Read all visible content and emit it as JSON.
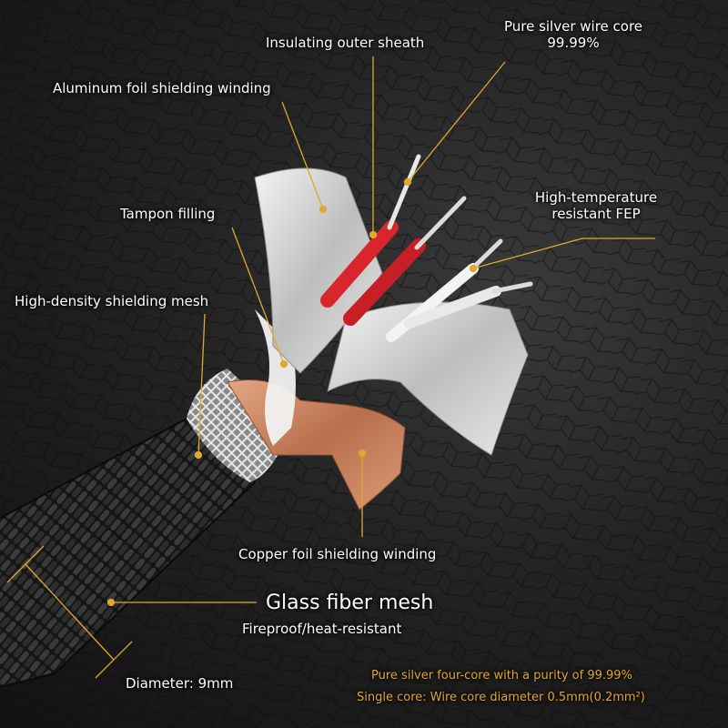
{
  "labels": {
    "pure_silver_core_line1": "Pure silver wire core",
    "pure_silver_core_line2": "99.99%",
    "insulating_outer_sheath": "Insulating outer sheath",
    "aluminum_foil_shielding": "Aluminum foil shielding winding",
    "high_temp_fep_line1": "High-temperature",
    "high_temp_fep_line2": "resistant FEP",
    "tampon_filling": "Tampon filling",
    "high_density_mesh": "High-density shielding mesh",
    "copper_foil_shielding": "Copper foil shielding winding",
    "glass_fiber_mesh": "Glass fiber mesh",
    "fireproof": "Fireproof/heat-resistant",
    "diameter": "Diameter: 9mm",
    "purity_note": "Pure silver four-core with a purity of 99.99%",
    "single_core_note": "Single core: Wire core diameter 0.5mm(0.2mm²)"
  },
  "colors": {
    "leader_line": "#e0a82e",
    "label_text": "#ffffff",
    "note_text": "#e0a82e",
    "background": "#1c1c1c",
    "red_insulation": "#d8262c",
    "copper_foil": "#c98662",
    "aluminum_foil": "#d9d9d9"
  }
}
